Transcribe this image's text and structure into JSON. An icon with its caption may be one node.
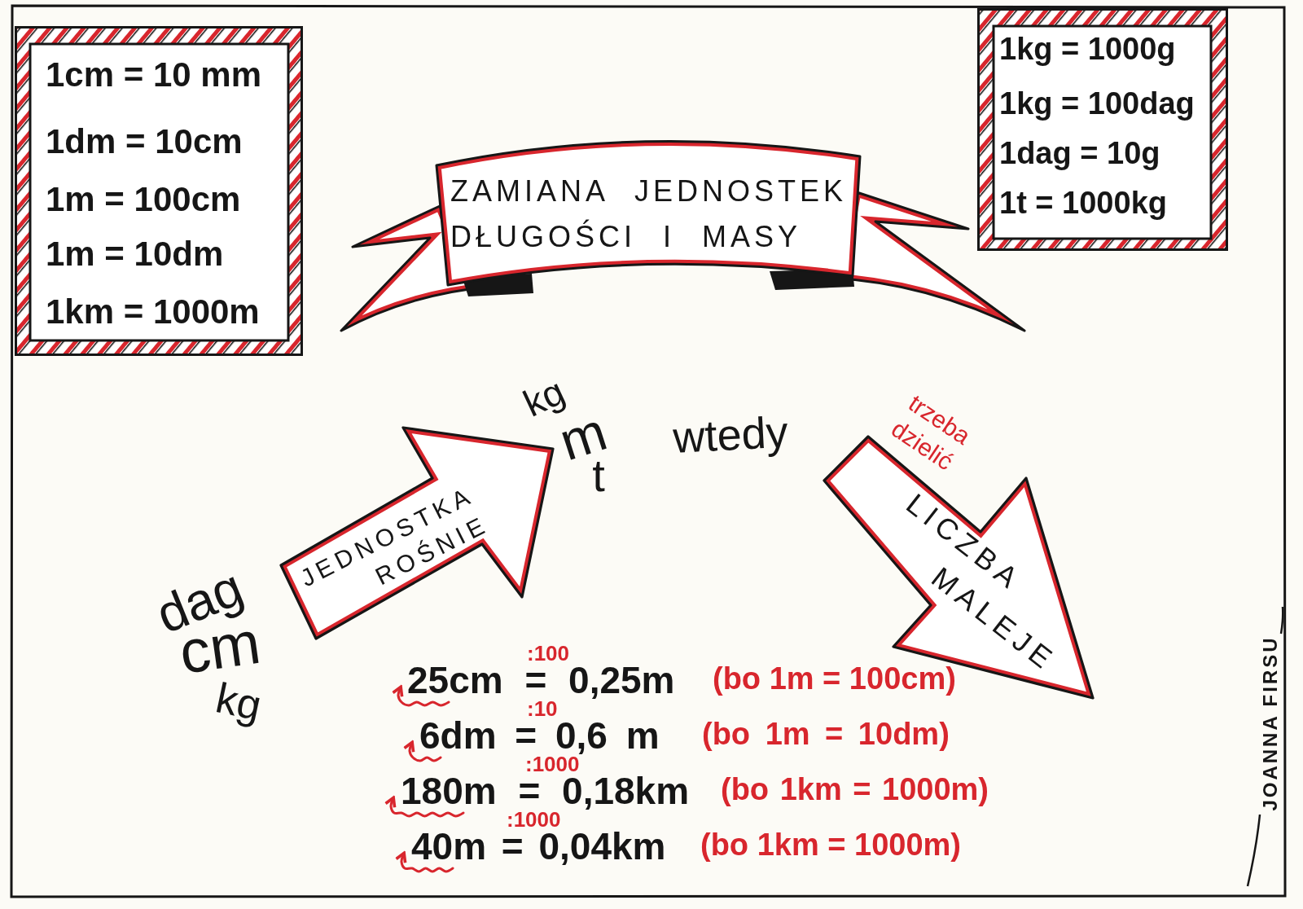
{
  "diagram": {
    "title": "ZAMIANA JEDNOSTEK DŁUGOŚCI I MASY",
    "nodes": [
      {
        "text": [
          "1cm = 10 mm",
          "1dm = 10cm",
          "1m = 100cm",
          "1m = 10dm",
          "1km = 1000m"
        ]
      },
      {
        "text": [
          "1kg = 1000g",
          "1kg = 100dag",
          "1dag = 10g",
          "1t = 1000kg"
        ]
      },
      {
        "text": [
          "JEDNOSTKA ROŚNIE"
        ]
      },
      {
        "text": [
          "LICZBA MALEJE"
        ]
      }
    ],
    "labels": [
      "kg",
      "m",
      "t",
      "wtedy",
      "trzeba dzielić",
      "dag",
      "cm",
      "kg",
      ":100",
      "25cm = 0,25m",
      "(bo 1m = 100cm)",
      ":10",
      "6dm = 0,6 m",
      "(bo 1m = 10dm)",
      ":1000",
      "180m = 0,18km",
      "(bo 1km = 1000m)",
      ":1000",
      "40m = 0,04km",
      "(bo 1km = 1000m)",
      "JOANNA FIRSU"
    ]
  }
}
